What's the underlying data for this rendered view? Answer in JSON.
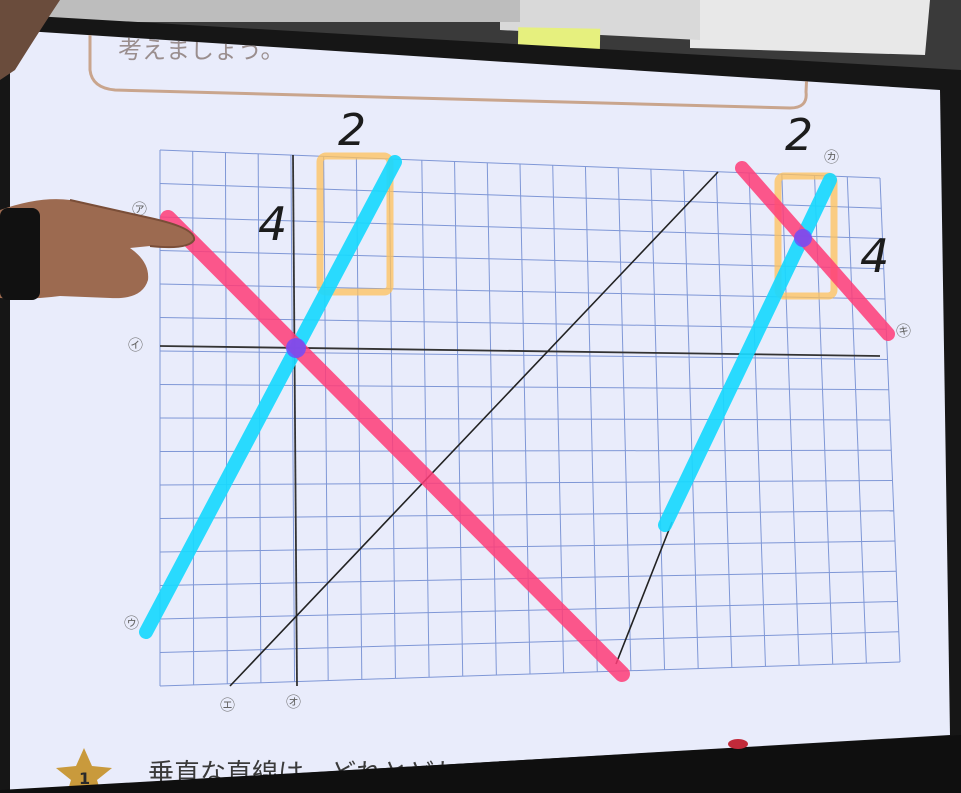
{
  "header": {
    "partial_text": "考えましょう。"
  },
  "hand_annotations": {
    "top_left_number": "2",
    "left_side_number": "4",
    "top_right_number": "2",
    "right_side_number": "4"
  },
  "line_labels": {
    "a": "㋐",
    "i": "㋑",
    "u": "㋒",
    "e": "㋓",
    "o": "㋔",
    "ka": "㋕",
    "ki": "㋖"
  },
  "question": {
    "number": "1",
    "text": "垂直な直線は、どれとどれですか"
  },
  "colors": {
    "screen": "#e9ecfb",
    "grid": "#7f97d6",
    "pink_highlight": "#ff3d78",
    "cyan_highlight": "#19d9ff",
    "orange_box": "#ffc15a",
    "bezel": "#171717",
    "frame_border": "#c9a58d"
  }
}
